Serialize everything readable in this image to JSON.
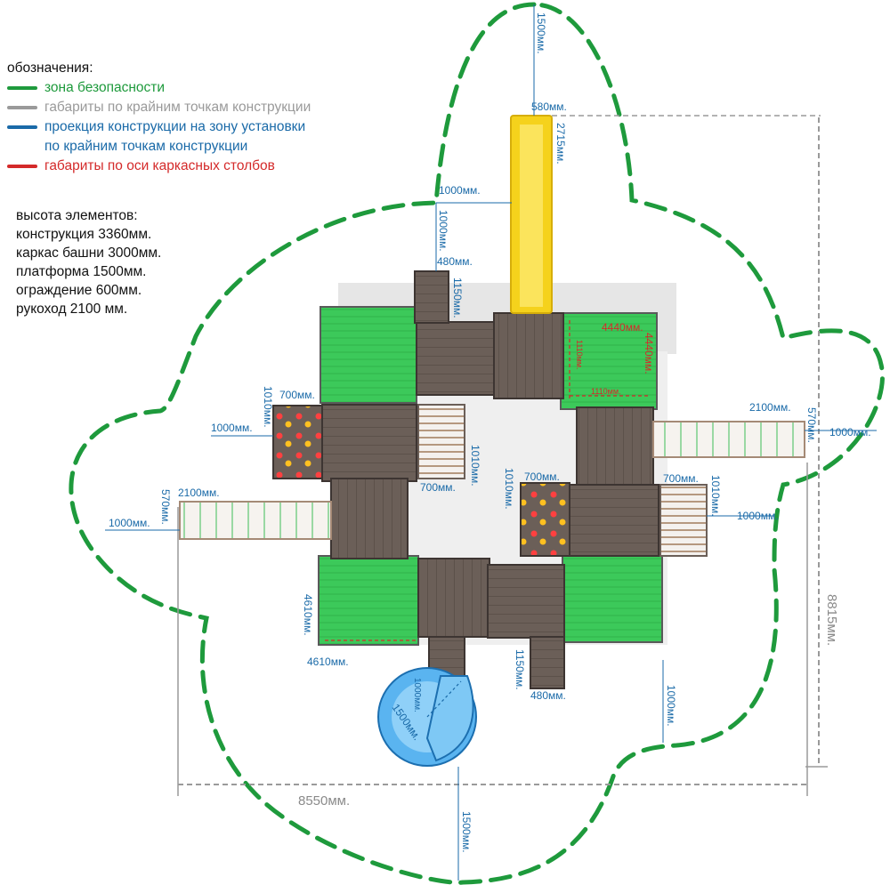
{
  "legend": {
    "title": "обозначения:",
    "items": [
      {
        "label": "зона безопасности",
        "color": "#1e9a3c"
      },
      {
        "label": "габариты по крайним точкам конструкции",
        "color": "#9a9a9a"
      },
      {
        "label": "проекция конструкции на зону установки",
        "color": "#1a6aa8"
      },
      {
        "label": "по крайним точкам конструкции",
        "color": "#1a6aa8"
      },
      {
        "label": "габариты по оси каркасных столбов",
        "color": "#d42a2a"
      }
    ]
  },
  "heights": {
    "title": "высота элементов:",
    "lines": [
      "конструкция 3360мм.",
      "каркас башни 3000мм.",
      "платформа 1500мм.",
      "ограждение 600мм.",
      "рукоход  2100 мм."
    ]
  },
  "dimensions": {
    "top_zone": "1500мм.",
    "slide_width": "580мм.",
    "slide_length": "2715мм.",
    "zone_1000_a": "1000мм.",
    "zone_1000_b": "1000мм.",
    "stair_width_top": "480мм.",
    "stair_len_top": "1150мм.",
    "tower_tr_w": "4440мм.",
    "tower_tr_h": "4440мм.",
    "post_1110_a": "1110мм.",
    "post_1110_b": "1110мм.",
    "climb_w_left": "700мм.",
    "climb_h_left": "1010мм.",
    "zone_left": "1000мм.",
    "net_h": "1010мм.",
    "net_w": "700мм.",
    "bars_len_right": "2100мм.",
    "bars_w_right": "570мм.",
    "zone_right": "1000мм.",
    "climb_w_center": "700мм.",
    "climb_h_center": "1010мм.",
    "net_w_right": "700мм.",
    "net_h_right": "1010мм.",
    "zone_right2": "1000мм.",
    "bars_len_left": "2100мм.",
    "bars_w_left": "570мм.",
    "zone_left2": "1000мм.",
    "tower_bl_h": "4610мм.",
    "tower_bl_w": "4610мм.",
    "stair_len_bottom": "1150мм.",
    "stair_width_bottom": "480мм.",
    "slide_bottom_diam": "1500мм.",
    "zone_bottom_right": "1000мм.",
    "total_height": "8815мм.",
    "total_width": "8550мм.",
    "bottom_zone": "1500мм."
  },
  "colors": {
    "safety_zone": "#1e9a3c",
    "overall": "#9a9a9a",
    "projection": "#1a6aa8",
    "posts": "#d42a2a",
    "grass": "#3cc95a",
    "deck": "#6b5f58",
    "slide": "#f5d21c",
    "tube": "#5ab4f0"
  }
}
